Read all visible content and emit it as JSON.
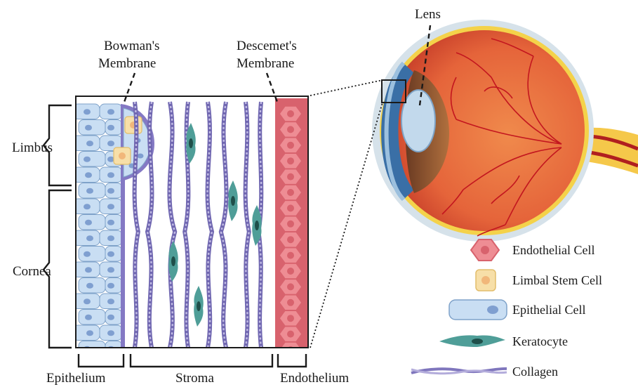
{
  "labels": {
    "bowmans_line1": "Bowman's",
    "bowmans_line2": "Membrane",
    "descemets_line1": "Descemet's",
    "descemets_line2": "Membrane",
    "lens": "Lens",
    "limbus": "Limbus",
    "cornea": "Cornea",
    "epithelium": "Epithelium",
    "stroma": "Stroma",
    "endothelium": "Endothelium"
  },
  "legend": [
    {
      "key": "endothelial",
      "label": "Endothelial Cell",
      "icon": "hexagon-cell-icon",
      "color": "#e8808a"
    },
    {
      "key": "limbal",
      "label": "Limbal Stem Cell",
      "icon": "square-cell-icon",
      "color": "#f7dfa8"
    },
    {
      "key": "epithelial",
      "label": "Epithelial Cell",
      "icon": "rounded-cell-icon",
      "color": "#bcd6ef"
    },
    {
      "key": "keratocyte",
      "label": "Keratocyte",
      "icon": "spindle-cell-icon",
      "color": "#4f9e98"
    },
    {
      "key": "collagen",
      "label": "Collagen",
      "icon": "twisted-fiber-icon",
      "color": "#8f86c7"
    }
  ],
  "colors": {
    "epithelial_fill": "#c9def3",
    "epithelial_stroke": "#7fa2c9",
    "nucleus": "#7f9fd0",
    "bowman_membrane": "#8479c4",
    "endothelial_fill": "#ee8d94",
    "endothelial_dark": "#d8626d",
    "keratocyte": "#4f9e98",
    "collagen": "#8f86c7",
    "sclera": "#cfdce6",
    "eye_inner": "#ea6a3a",
    "vessel": "#c01a24"
  }
}
